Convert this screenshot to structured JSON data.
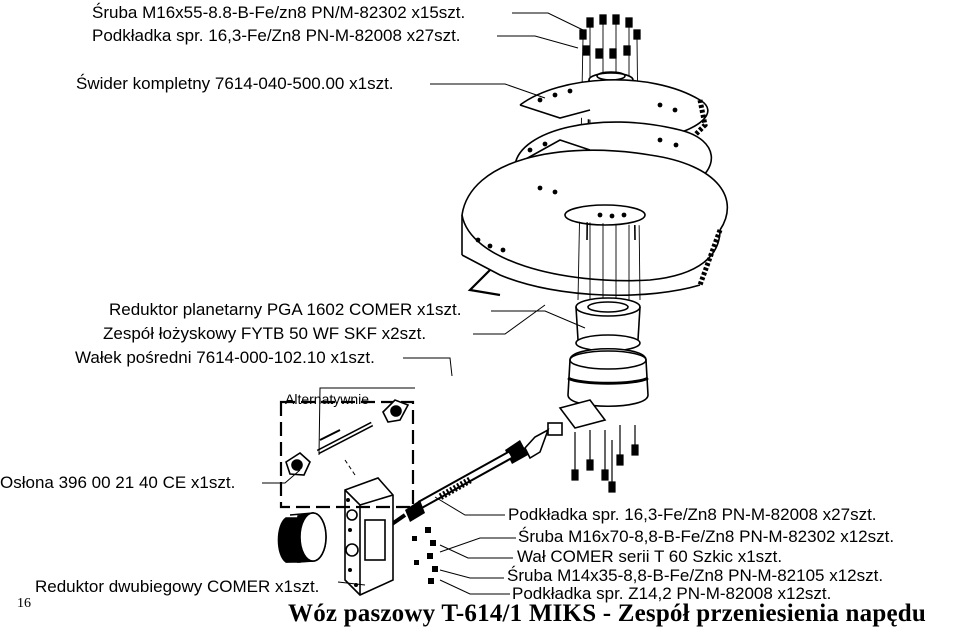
{
  "labels": {
    "bolt_top": "Śruba M16x55-8.8-B-Fe/zn8 PN/M-82302 x15szt.",
    "washer_top": "Podkładka spr. 16,3-Fe/Zn8 PN-M-82008 x27szt.",
    "auger": "Świder kompletny 7614-040-500.00 x1szt.",
    "planetary": "Reduktor planetarny PGA 1602 COMER x1szt.",
    "bearing": "Zespół łożyskowy FYTB 50 WF SKF x2szt.",
    "shaft": "Wałek pośredni 7614-000-102.10 x1szt.",
    "alternative": "Alternatywnie",
    "cover": "Osłona 396 00 21 40 CE  x1szt.",
    "gearbox": "Reduktor dwubiegowy COMER x1szt.",
    "washer_bottom": "Podkładka spr. 16,3-Fe/Zn8 PN-M-82008 x27szt.",
    "bolt_bottom": "Śruba M16x70-8,8-B-Fe/Zn8 PN-M-82302 x12szt.",
    "pto": "Wał COMER serii T 60 Szkic x1szt.",
    "bolt_small": "Śruba M14x35-8,8-B-Fe/Zn8 PN-M-82105 x12szt.",
    "washer_small": "Podkładka spr. Z14,2 PN-M-82008 x12szt."
  },
  "page_number": "16",
  "title": "Wóz paszowy T-614/1 MIKS - Zespół przeniesienia napędu"
}
